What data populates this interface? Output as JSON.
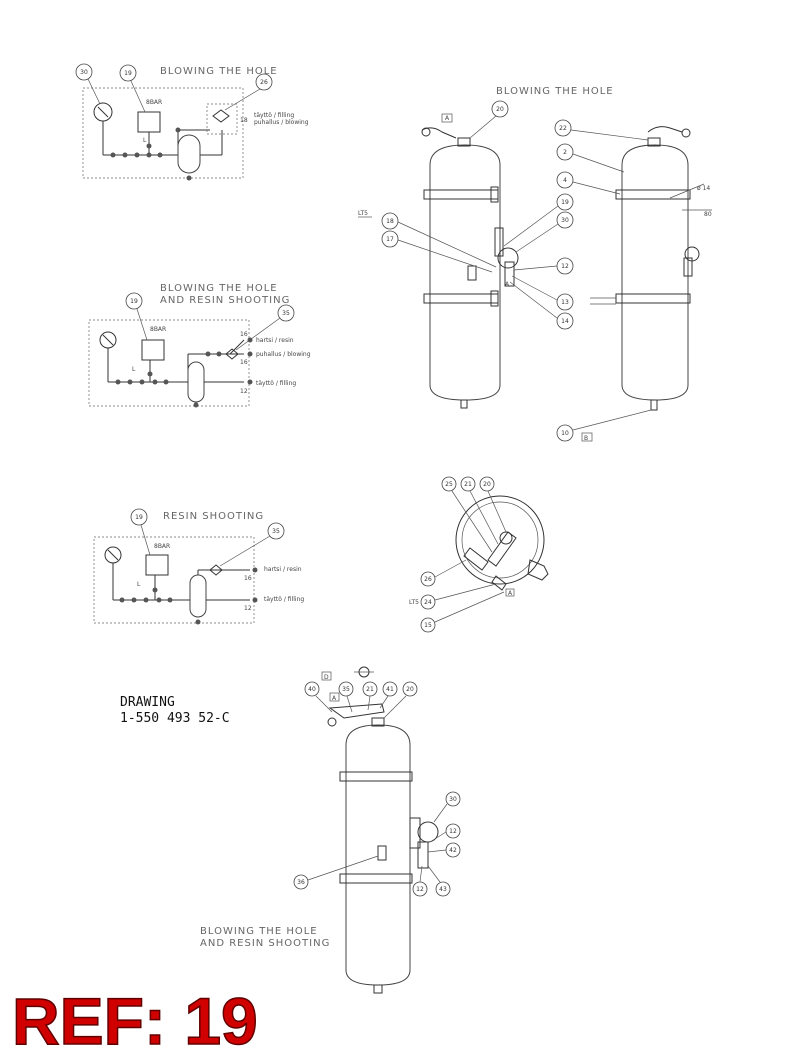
{
  "diagram": {
    "titles": {
      "top_left": "BLOWING THE HOLE",
      "top_right": "BLOWING THE HOLE",
      "mid_left_line1": "BLOWING THE HOLE",
      "mid_left_line2": "AND RESIN SHOOTING",
      "resin": "RESIN SHOOTING",
      "bottom_line1": "BLOWING THE HOLE",
      "bottom_line2": "AND RESIN SHOOTING"
    },
    "schematic1": {
      "pressure": "8BAR",
      "fill_label": "täyttö / filling",
      "blow_label": "puhallus / blowing",
      "port_18": "18",
      "bubble_30": "30",
      "bubble_19": "19",
      "bubble_26": "26",
      "mark_l": "L"
    },
    "schematic2": {
      "pressure": "8BAR",
      "resin_label": "hartsi / resin",
      "blow_label": "puhallus / blowing",
      "fill_label": "täyttö / filling",
      "port_16a": "16",
      "port_16b": "16",
      "port_12": "12",
      "bubble_19": "19",
      "bubble_35": "35",
      "mark_l": "L"
    },
    "schematic3": {
      "pressure": "8BAR",
      "resin_label": "hartsi / resin",
      "fill_label": "täyttö / filling",
      "port_16": "16",
      "port_12": "12",
      "bubble_19": "19",
      "bubble_35": "35",
      "mark_l": "L"
    },
    "tank_right": {
      "bubbles": [
        "20",
        "18",
        "17",
        "19",
        "30",
        "12",
        "13",
        "14",
        "22",
        "2",
        "4",
        "10"
      ],
      "label_lt5": "LT5",
      "mark_a1": "A",
      "mark_a2": "A",
      "mark_b": "B",
      "dim_14": "ø 14",
      "dim_80": "80"
    },
    "top_view": {
      "bubbles": [
        "25",
        "21",
        "20",
        "26",
        "24",
        "15"
      ],
      "label_lt5": "LT5",
      "mark_a": "A"
    },
    "tank_bottom": {
      "bubbles": [
        "40",
        "35",
        "21",
        "41",
        "20",
        "30",
        "12",
        "42",
        "36",
        "12",
        "43"
      ],
      "mark_d": "D",
      "mark_a": "A"
    },
    "drawing": {
      "label": "DRAWING",
      "number": "1-550 493 52-C"
    },
    "ref": "REF: 19"
  }
}
